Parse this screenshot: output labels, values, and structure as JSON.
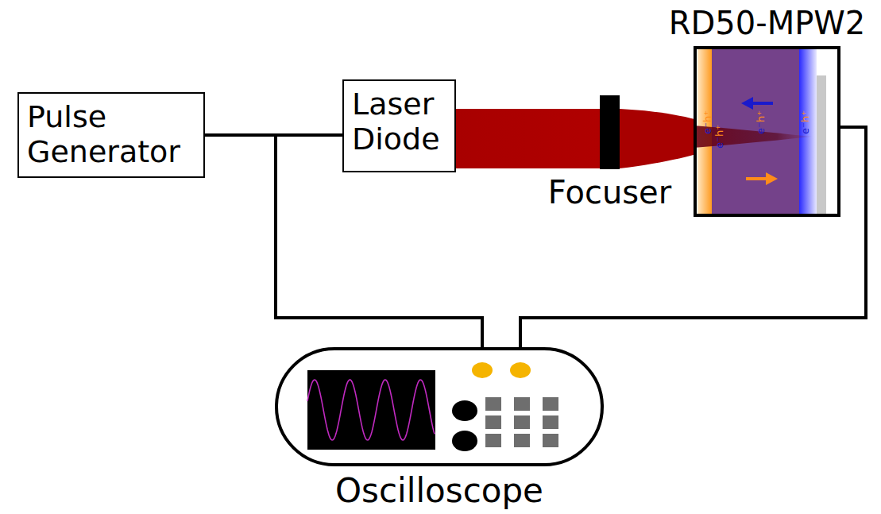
{
  "diagram": {
    "nodes": [
      {
        "text": [
          "Pulse Generator"
        ]
      },
      {
        "text": [
          "Laser Diode"
        ]
      },
      {
        "text": [
          "Focuser"
        ]
      },
      {
        "text": [
          "RD50-MPW2"
        ]
      },
      {
        "text": [
          "Oscilloscope"
        ]
      }
    ],
    "edges": [
      {
        "from": 0,
        "to": 1,
        "arrow": "none"
      },
      {
        "from": 0,
        "to": 4,
        "arrow": "none"
      },
      {
        "from": 3,
        "to": 4,
        "arrow": "none"
      }
    ],
    "labels": [
      "h⁺",
      "e⁻",
      "h⁺",
      "e⁻",
      "h⁺",
      "e⁻",
      "h⁺",
      "e⁻"
    ]
  }
}
